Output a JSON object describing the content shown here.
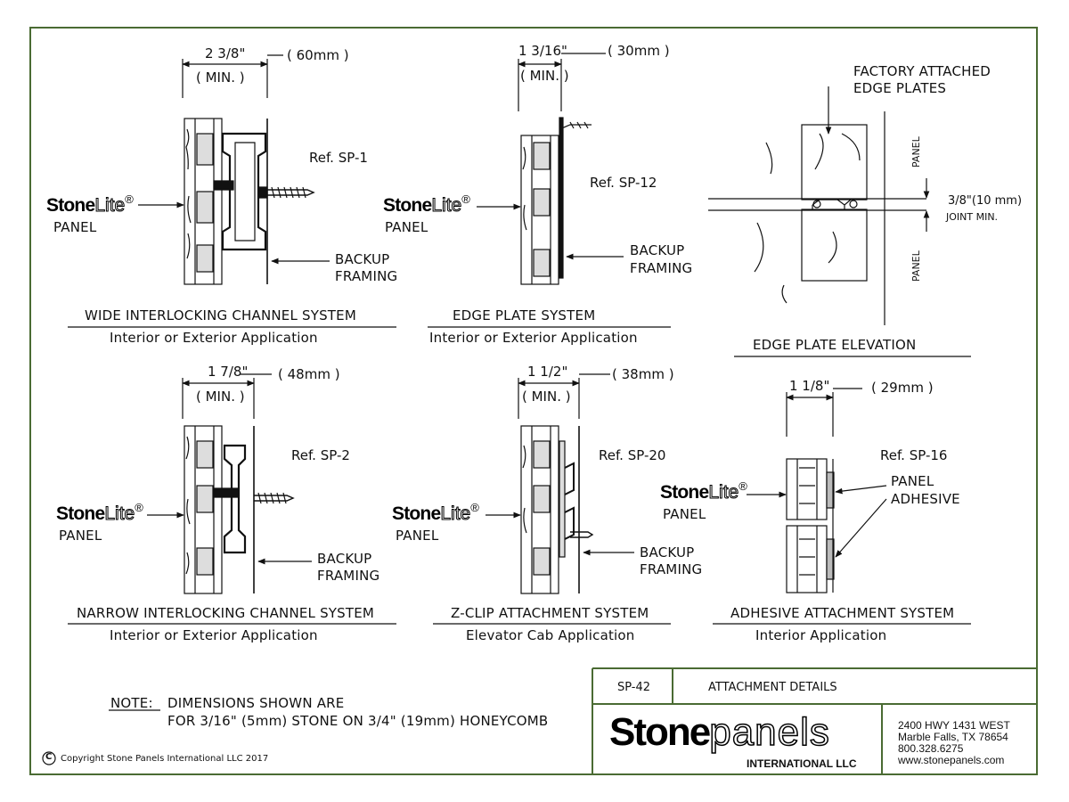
{
  "details": {
    "sp1": {
      "dim": "2 3/8\"",
      "metric": "( 60mm )",
      "min": "( MIN. )",
      "ref": "Ref. SP-1",
      "brand_bold": "Stone",
      "brand_light": "Lite",
      "brand_mark": "®",
      "panel": "PANEL",
      "backup": "BACKUP",
      "framing": "FRAMING",
      "title": "WIDE INTERLOCKING CHANNEL SYSTEM",
      "application": "Interior or Exterior Application"
    },
    "sp12": {
      "dim": "1 3/16\"",
      "metric": "( 30mm )",
      "min": "( MIN. )",
      "ref": "Ref. SP-12",
      "brand_bold": "Stone",
      "brand_light": "Lite",
      "brand_mark": "®",
      "panel": "PANEL",
      "backup": "BACKUP",
      "framing": "FRAMING",
      "title": "EDGE PLATE SYSTEM",
      "application": "Interior or Exterior Application"
    },
    "elevation": {
      "callout_1": "FACTORY ATTACHED",
      "callout_2": "EDGE PLATES",
      "panel_top": "PANEL",
      "panel_bottom": "PANEL",
      "joint": "3/8\"(10 mm)",
      "joint_min": "JOINT MIN.",
      "title": "EDGE PLATE ELEVATION"
    },
    "sp2": {
      "dim": "1 7/8\"",
      "metric": "( 48mm )",
      "min": "( MIN. )",
      "ref": "Ref. SP-2",
      "brand_bold": "Stone",
      "brand_light": "Lite",
      "brand_mark": "®",
      "panel": "PANEL",
      "backup": "BACKUP",
      "framing": "FRAMING",
      "title": "NARROW INTERLOCKING CHANNEL SYSTEM",
      "application": "Interior or Exterior Application"
    },
    "sp20": {
      "dim": "1 1/2\"",
      "metric": "( 38mm )",
      "min": "( MIN. )",
      "ref": "Ref. SP-20",
      "brand_bold": "Stone",
      "brand_light": "Lite",
      "brand_mark": "®",
      "panel": "PANEL",
      "backup": "BACKUP",
      "framing": "FRAMING",
      "title": "Z-CLIP ATTACHMENT SYSTEM",
      "application": "Elevator Cab Application"
    },
    "sp16": {
      "dim": "1 1/8\"",
      "metric": "( 29mm )",
      "ref": "Ref. SP-16",
      "brand_bold": "Stone",
      "brand_light": "Lite",
      "brand_mark": "®",
      "panel": "PANEL",
      "adhesive_1": "PANEL",
      "adhesive_2": "ADHESIVE",
      "title": "ADHESIVE ATTACHMENT SYSTEM",
      "application": "Interior Application"
    }
  },
  "note": {
    "label": "NOTE:",
    "line1": "DIMENSIONS SHOWN ARE",
    "line2": "FOR 3/16\" (5mm) STONE ON 3/4\" (19mm) HONEYCOMB"
  },
  "copyright": {
    "symbol": "C",
    "text": "Copyright Stone Panels International LLC 2017"
  },
  "title_block": {
    "sheet": "SP-42",
    "title": "ATTACHMENT DETAILS",
    "logo_bold": "Stone",
    "logo_outline": "panels",
    "logo_sub": "INTERNATIONAL LLC",
    "address": [
      "2400 HWY 1431 WEST",
      "Marble Falls, TX  78654",
      "800.328.6275",
      "www.stonepanels.com"
    ]
  },
  "colors": {
    "border": "#4a6b33",
    "ink": "#111111"
  }
}
